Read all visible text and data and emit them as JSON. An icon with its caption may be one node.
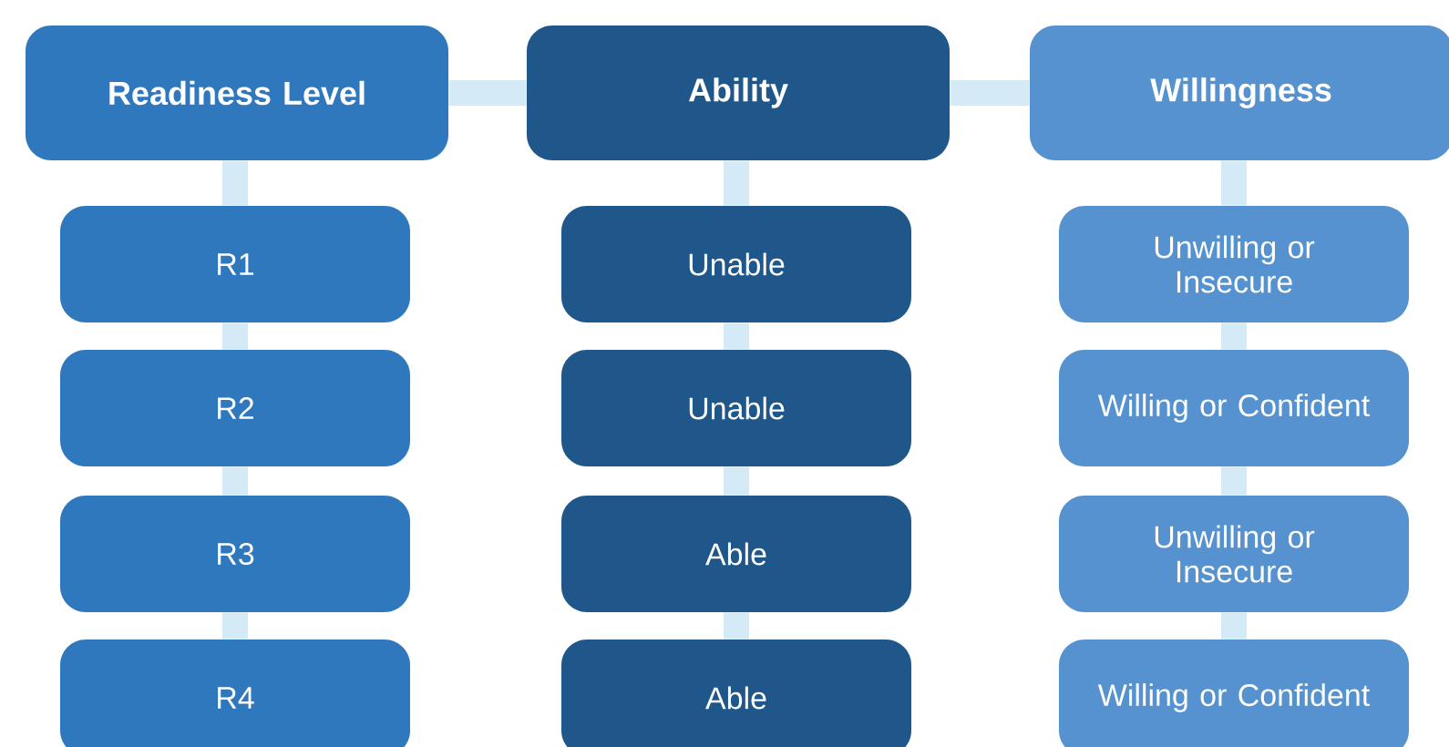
{
  "diagram": {
    "nodes": [
      {
        "text": [
          "Readiness Level"
        ]
      },
      {
        "text": [
          "Ability"
        ]
      },
      {
        "text": [
          "Willingness"
        ]
      },
      {
        "text": [
          "R1"
        ]
      },
      {
        "text": [
          "Unable"
        ]
      },
      {
        "text": [
          "Unwilling or Insecure"
        ]
      },
      {
        "text": [
          "R2"
        ]
      },
      {
        "text": [
          "Unable"
        ]
      },
      {
        "text": [
          "Willing or Confident"
        ]
      },
      {
        "text": [
          "R3"
        ]
      },
      {
        "text": [
          "Able"
        ]
      },
      {
        "text": [
          "Unwilling or Insecure"
        ]
      },
      {
        "text": [
          "R4"
        ]
      },
      {
        "text": [
          "Able"
        ]
      },
      {
        "text": [
          "Willing or Confident"
        ]
      }
    ],
    "edges": [
      {
        "from": 0,
        "to": 1,
        "arrow": "none"
      },
      {
        "from": 1,
        "to": 2,
        "arrow": "none"
      },
      {
        "from": 0,
        "to": 3,
        "arrow": "none"
      },
      {
        "from": 3,
        "to": 6,
        "arrow": "none"
      },
      {
        "from": 6,
        "to": 9,
        "arrow": "none"
      },
      {
        "from": 9,
        "to": 12,
        "arrow": "none"
      },
      {
        "from": 1,
        "to": 4,
        "arrow": "none"
      },
      {
        "from": 4,
        "to": 7,
        "arrow": "none"
      },
      {
        "from": 7,
        "to": 10,
        "arrow": "none"
      },
      {
        "from": 10,
        "to": 13,
        "arrow": "none"
      },
      {
        "from": 2,
        "to": 5,
        "arrow": "none"
      },
      {
        "from": 5,
        "to": 8,
        "arrow": "none"
      },
      {
        "from": 8,
        "to": 11,
        "arrow": "none"
      },
      {
        "from": 11,
        "to": 14,
        "arrow": "none"
      }
    ]
  }
}
